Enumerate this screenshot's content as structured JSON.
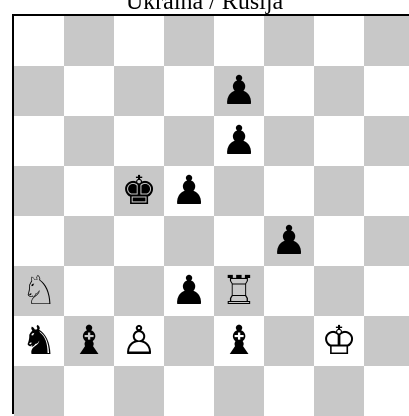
{
  "title": "Ukraina / Rusija",
  "board": {
    "colors": {
      "light": "#ffffff",
      "dark": "#c8c8c8"
    },
    "pieces": [
      {
        "square": "e7",
        "glyph": "♟",
        "name": "black-pawn-icon"
      },
      {
        "square": "e6",
        "glyph": "♟",
        "name": "black-pawn-icon"
      },
      {
        "square": "c5",
        "glyph": "♚",
        "name": "black-king-icon"
      },
      {
        "square": "d5",
        "glyph": "♟",
        "name": "black-pawn-icon"
      },
      {
        "square": "f4",
        "glyph": "♟",
        "name": "black-pawn-icon"
      },
      {
        "square": "a3",
        "glyph": "♘",
        "name": "white-knight-icon"
      },
      {
        "square": "d3",
        "glyph": "♟",
        "name": "black-pawn-icon"
      },
      {
        "square": "e3",
        "glyph": "♖",
        "name": "white-rook-icon"
      },
      {
        "square": "a2",
        "glyph": "♞",
        "name": "black-knight-icon"
      },
      {
        "square": "b2",
        "glyph": "♝",
        "name": "black-bishop-icon"
      },
      {
        "square": "c2",
        "glyph": "♙",
        "name": "white-pawn-icon"
      },
      {
        "square": "e2",
        "glyph": "♝",
        "name": "black-bishop-icon"
      },
      {
        "square": "g2",
        "glyph": "♔",
        "name": "white-king-icon"
      }
    ]
  }
}
